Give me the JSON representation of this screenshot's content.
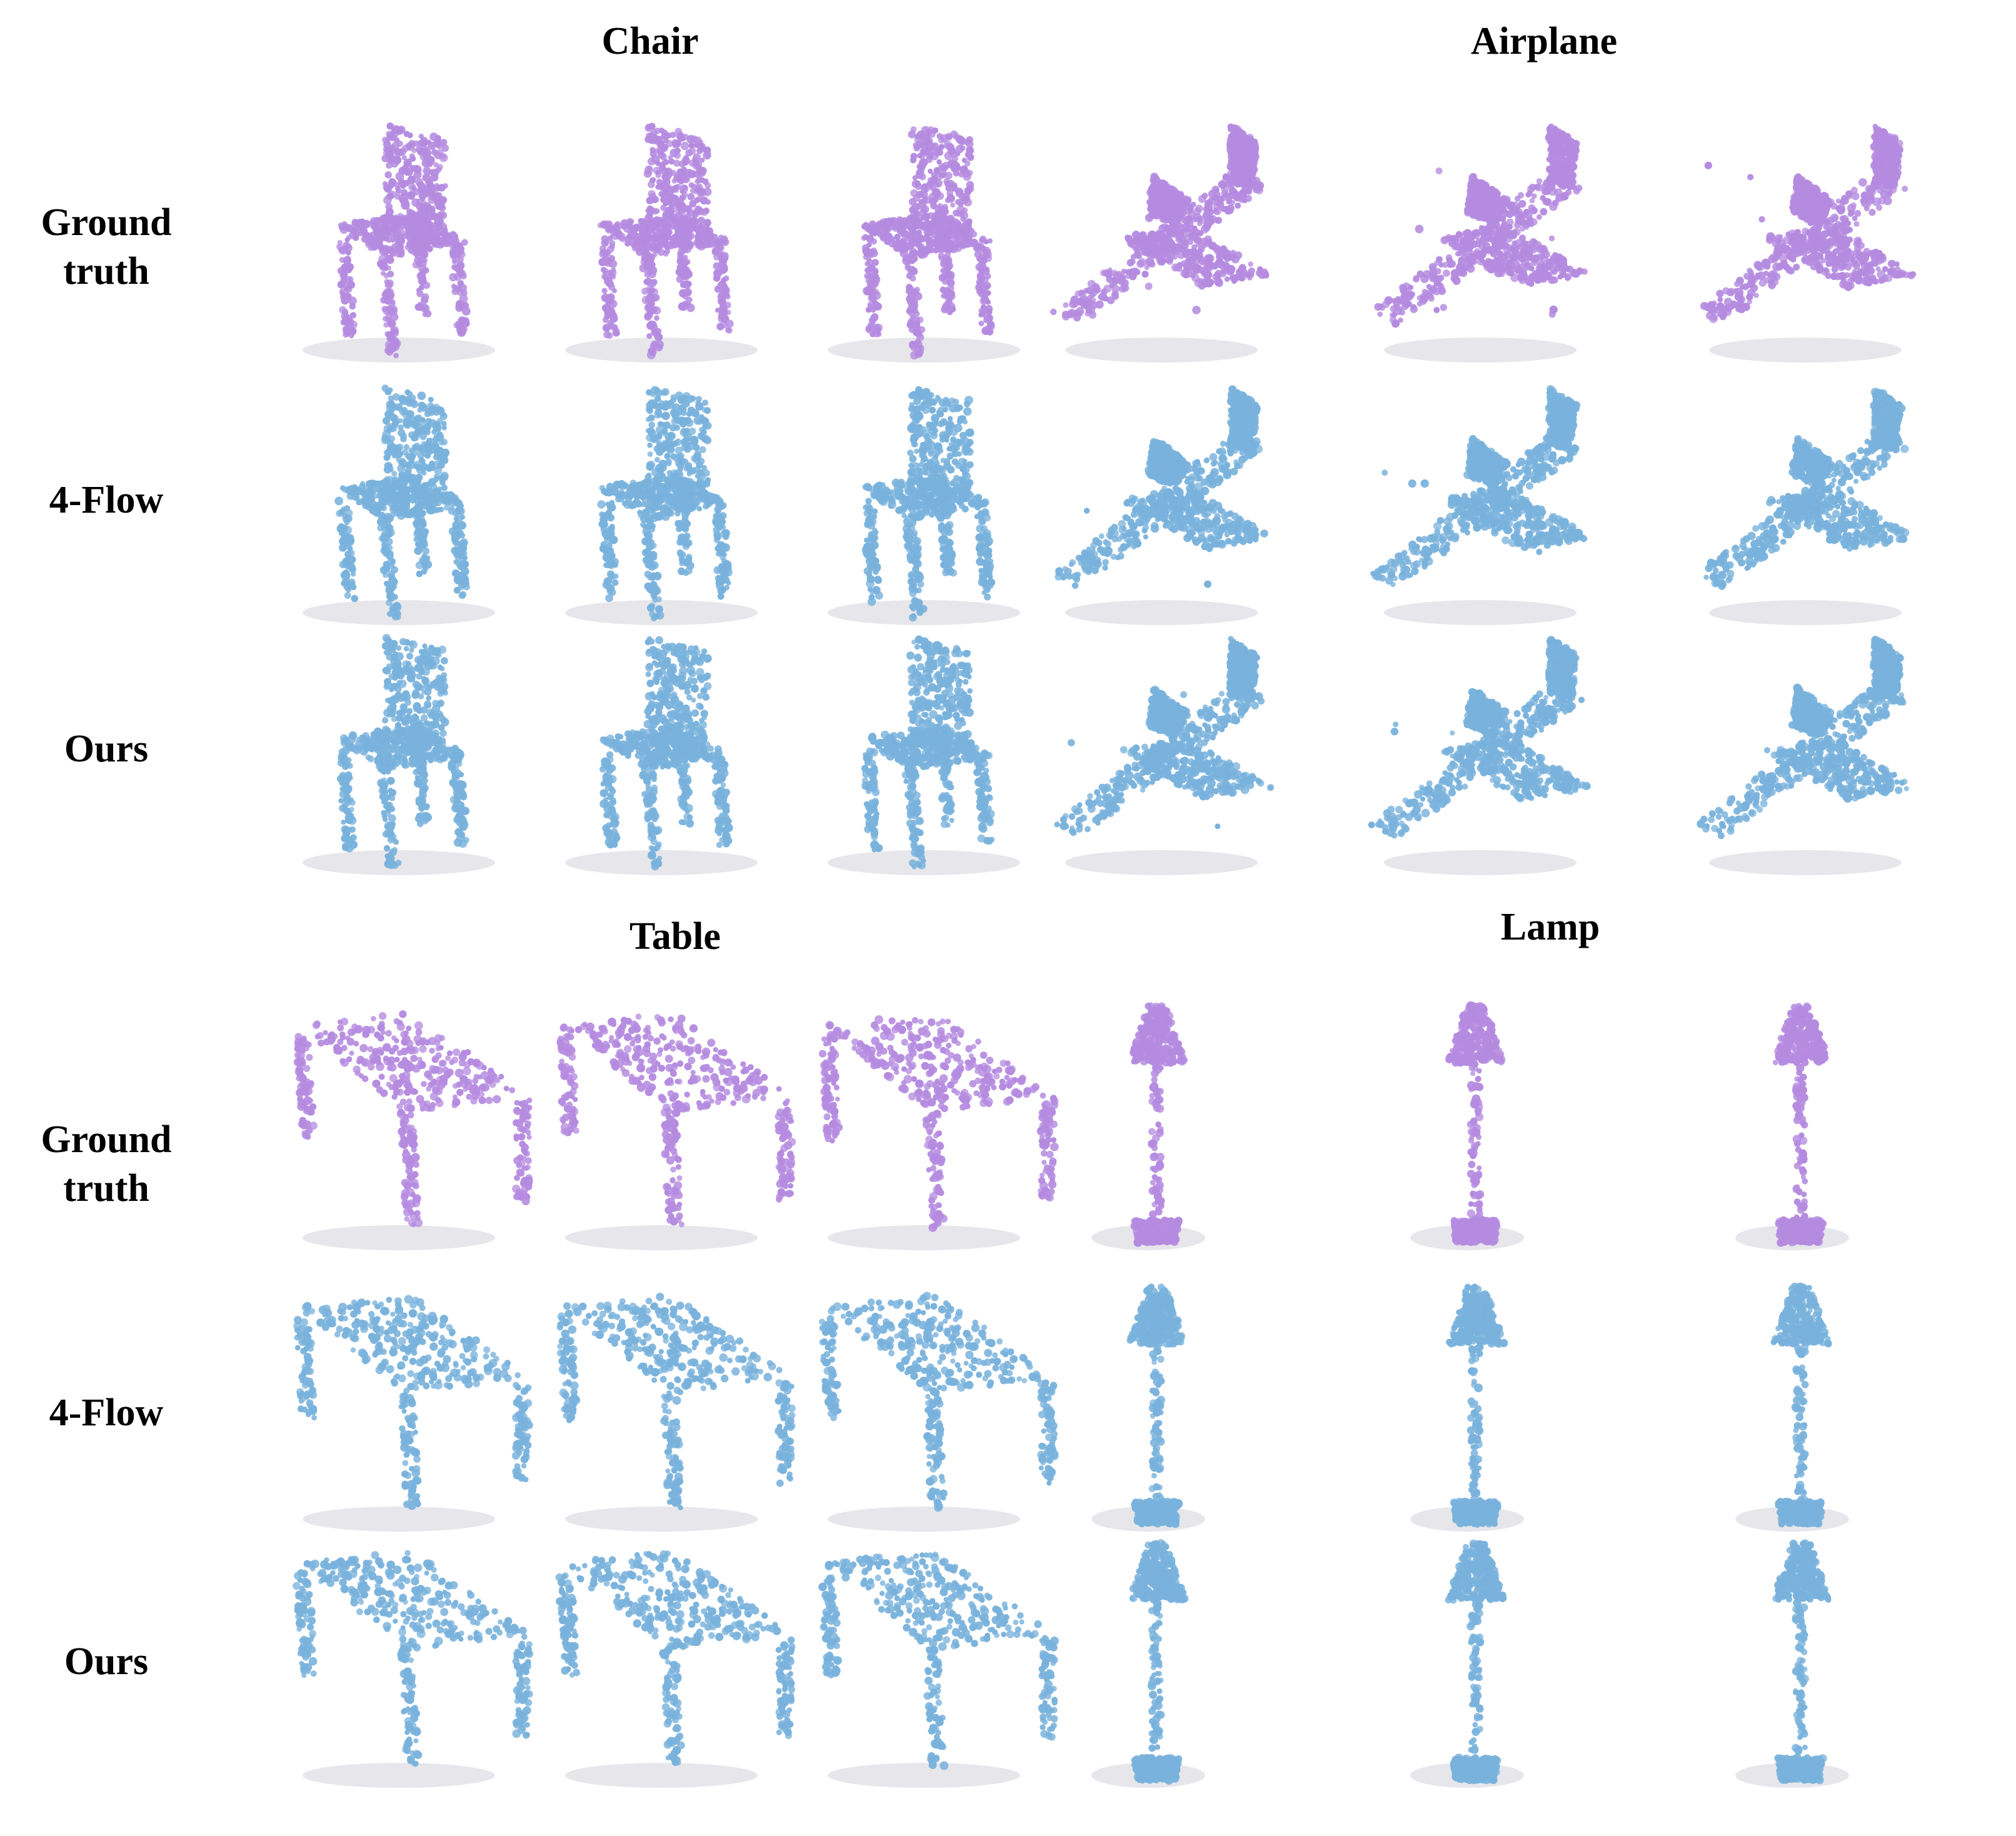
{
  "figure": {
    "panels": [
      {
        "category": "Chair",
        "kind": "chair"
      },
      {
        "category": "Airplane",
        "kind": "airplane"
      },
      {
        "category": "Table",
        "kind": "table"
      },
      {
        "category": "Lamp",
        "kind": "lamp"
      }
    ],
    "row_labels": [
      "Ground truth",
      "4-Flow",
      "Ours"
    ],
    "colors": {
      "ground_truth": "#b58be0",
      "generated": "#79b2dc",
      "shadow": "#7a7a90"
    }
  }
}
